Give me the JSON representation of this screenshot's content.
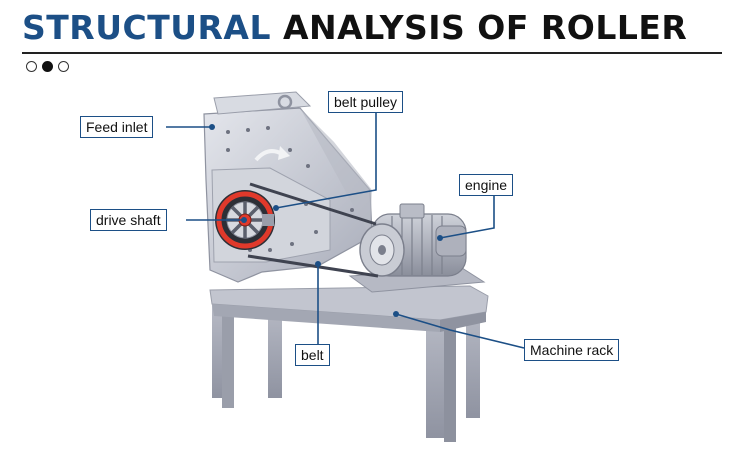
{
  "header": {
    "title_accent": "STRUCTURAL",
    "title_rest": "ANALYSIS OF ROLLER",
    "accent_color": "#1c4f86"
  },
  "pagination": {
    "count": 3,
    "active_index": 1
  },
  "labels": {
    "feed_inlet": "Feed inlet",
    "belt_pulley": "belt pulley",
    "engine": "engine",
    "drive_shaft": "drive shaft",
    "belt": "belt",
    "machine_rack": "Machine rack"
  },
  "colors": {
    "callout": "#1c4f86",
    "machine": "#c9ccd6",
    "flywheel": "#e0392b"
  }
}
